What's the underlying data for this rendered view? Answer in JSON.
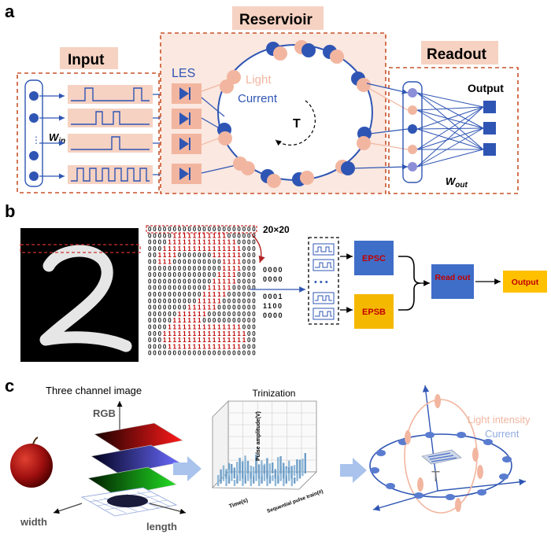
{
  "colors": {
    "blue": "#2f55b4",
    "peach": "#f2b6a0",
    "salmon_panel": "#f6d2c2",
    "dashed_border": "#c8522a",
    "epsb": "#f5b800",
    "output_box": "#ffc000",
    "readout_box": "#3f6ec8",
    "red_text": "#c00000",
    "arrow_light": "#a9c3ec"
  },
  "panel_a": {
    "label": "a",
    "input_title": "Input",
    "reservoir_title": "Reservioir",
    "readout_title": "Readout",
    "les_label": "LES",
    "light_label": "Light",
    "current_label": "Current",
    "t_label": "T",
    "w_in_label": "Win",
    "output_label": "Output",
    "w_out_label": "Wout"
  },
  "panel_b": {
    "label": "b",
    "size_label": "20×20",
    "matrix_rows": [
      "0000000000000000000000",
      "0000011111111111000000",
      "0000111111111111110000",
      "0001111111111111111000",
      "0011110000000111111000",
      "0011100000000001111000",
      "0000000000000001111000",
      "0000000000000011110000",
      "0000000000000111110000",
      "0000000000001111100000",
      "0000000000011111000000",
      "0000000000111110000000",
      "0000000011111100000000",
      "0000001111110000000000",
      "0000011111100000000000",
      "0000111111111111111000",
      "0001111111111111111100",
      "0001111111111111111100",
      "0000111111111111111000",
      "0000000000000000000000"
    ],
    "small_rows": [
      "0000",
      "0000",
      "0001",
      "1100",
      "0000"
    ],
    "ellipsis": "• • •",
    "epsc_label": "EPSC",
    "epsb_label": "EPSB",
    "readout_label": "Read out",
    "output_label": "Output"
  },
  "panel_c": {
    "label": "c",
    "three_channel_label": "Three channel image",
    "rgb_label": "RGB",
    "width_label": "width",
    "length_label": "length",
    "trinization_label": "Trinization",
    "z_axis_label": "Pulse amplitude(V)",
    "x_axis_label": "Time(s)",
    "y_axis_label": "Sequential pulse train(#)",
    "light_intensity_label": "Light intensity",
    "current_label": "Current",
    "t_label": "T"
  }
}
